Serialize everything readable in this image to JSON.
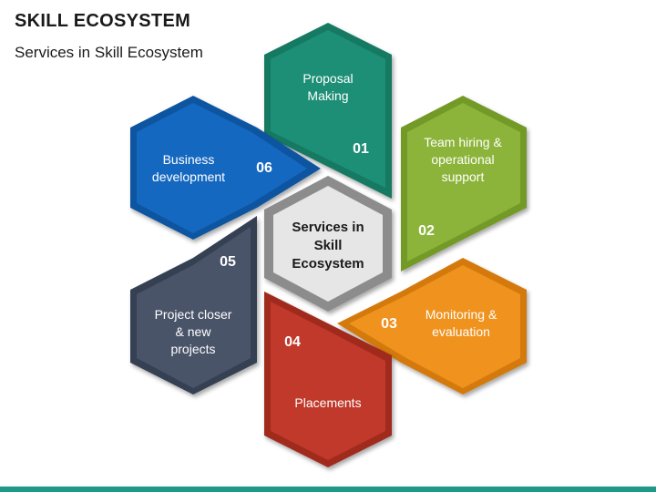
{
  "header": {
    "title": "SKILL ECOSYSTEM",
    "subtitle": "Services in Skill Ecosystem"
  },
  "center": {
    "lines": [
      "Services in",
      "Skill",
      "Ecosystem"
    ]
  },
  "segments": [
    {
      "number": "01",
      "lines": [
        "Proposal",
        "Making"
      ],
      "color": "#1e8f77"
    },
    {
      "number": "02",
      "lines": [
        "Team hiring &",
        "operational",
        "support"
      ],
      "color": "#8cb43a"
    },
    {
      "number": "03",
      "lines": [
        "Monitoring &",
        "evaluation"
      ],
      "color": "#f0921e"
    },
    {
      "number": "04",
      "lines": [
        "Placements"
      ],
      "color": "#c0392b"
    },
    {
      "number": "05",
      "lines": [
        "Project closer",
        "& new",
        "projects"
      ],
      "color": "#4a5469"
    },
    {
      "number": "06",
      "lines": [
        "Business",
        "development"
      ],
      "color": "#1568c0"
    }
  ]
}
